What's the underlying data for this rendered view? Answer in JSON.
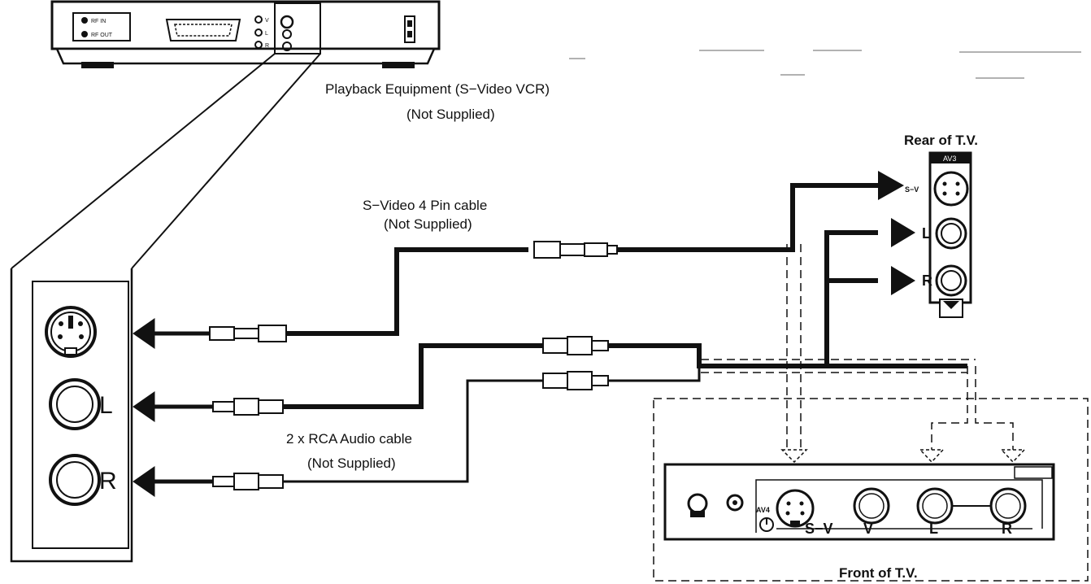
{
  "vcr": {
    "title": "Playback Equipment (S−Video VCR)",
    "note": "(Not Supplied)",
    "front_labels": {
      "rf_in": "RF IN",
      "rf_out": "RF OUT"
    },
    "jack_labels": {
      "v": "V",
      "l": "L",
      "r": "R"
    }
  },
  "svideo_cable": {
    "title": "S−Video 4 Pin cable",
    "note": "(Not Supplied)"
  },
  "rca_cable": {
    "title": "2 x RCA Audio cable",
    "note": "(Not Supplied)"
  },
  "vcr_panel": {
    "l_label": "L",
    "r_label": "R"
  },
  "rear_tv": {
    "title": "Rear of T.V.",
    "badge": "AV3",
    "sv_label": "S−V",
    "l_label": "L",
    "r_label": "R"
  },
  "front_tv": {
    "title": "Front of T.V.",
    "av_label": "AV4",
    "labels": {
      "sv": "S−V",
      "v": "V",
      "l": "L",
      "r": "R"
    }
  }
}
